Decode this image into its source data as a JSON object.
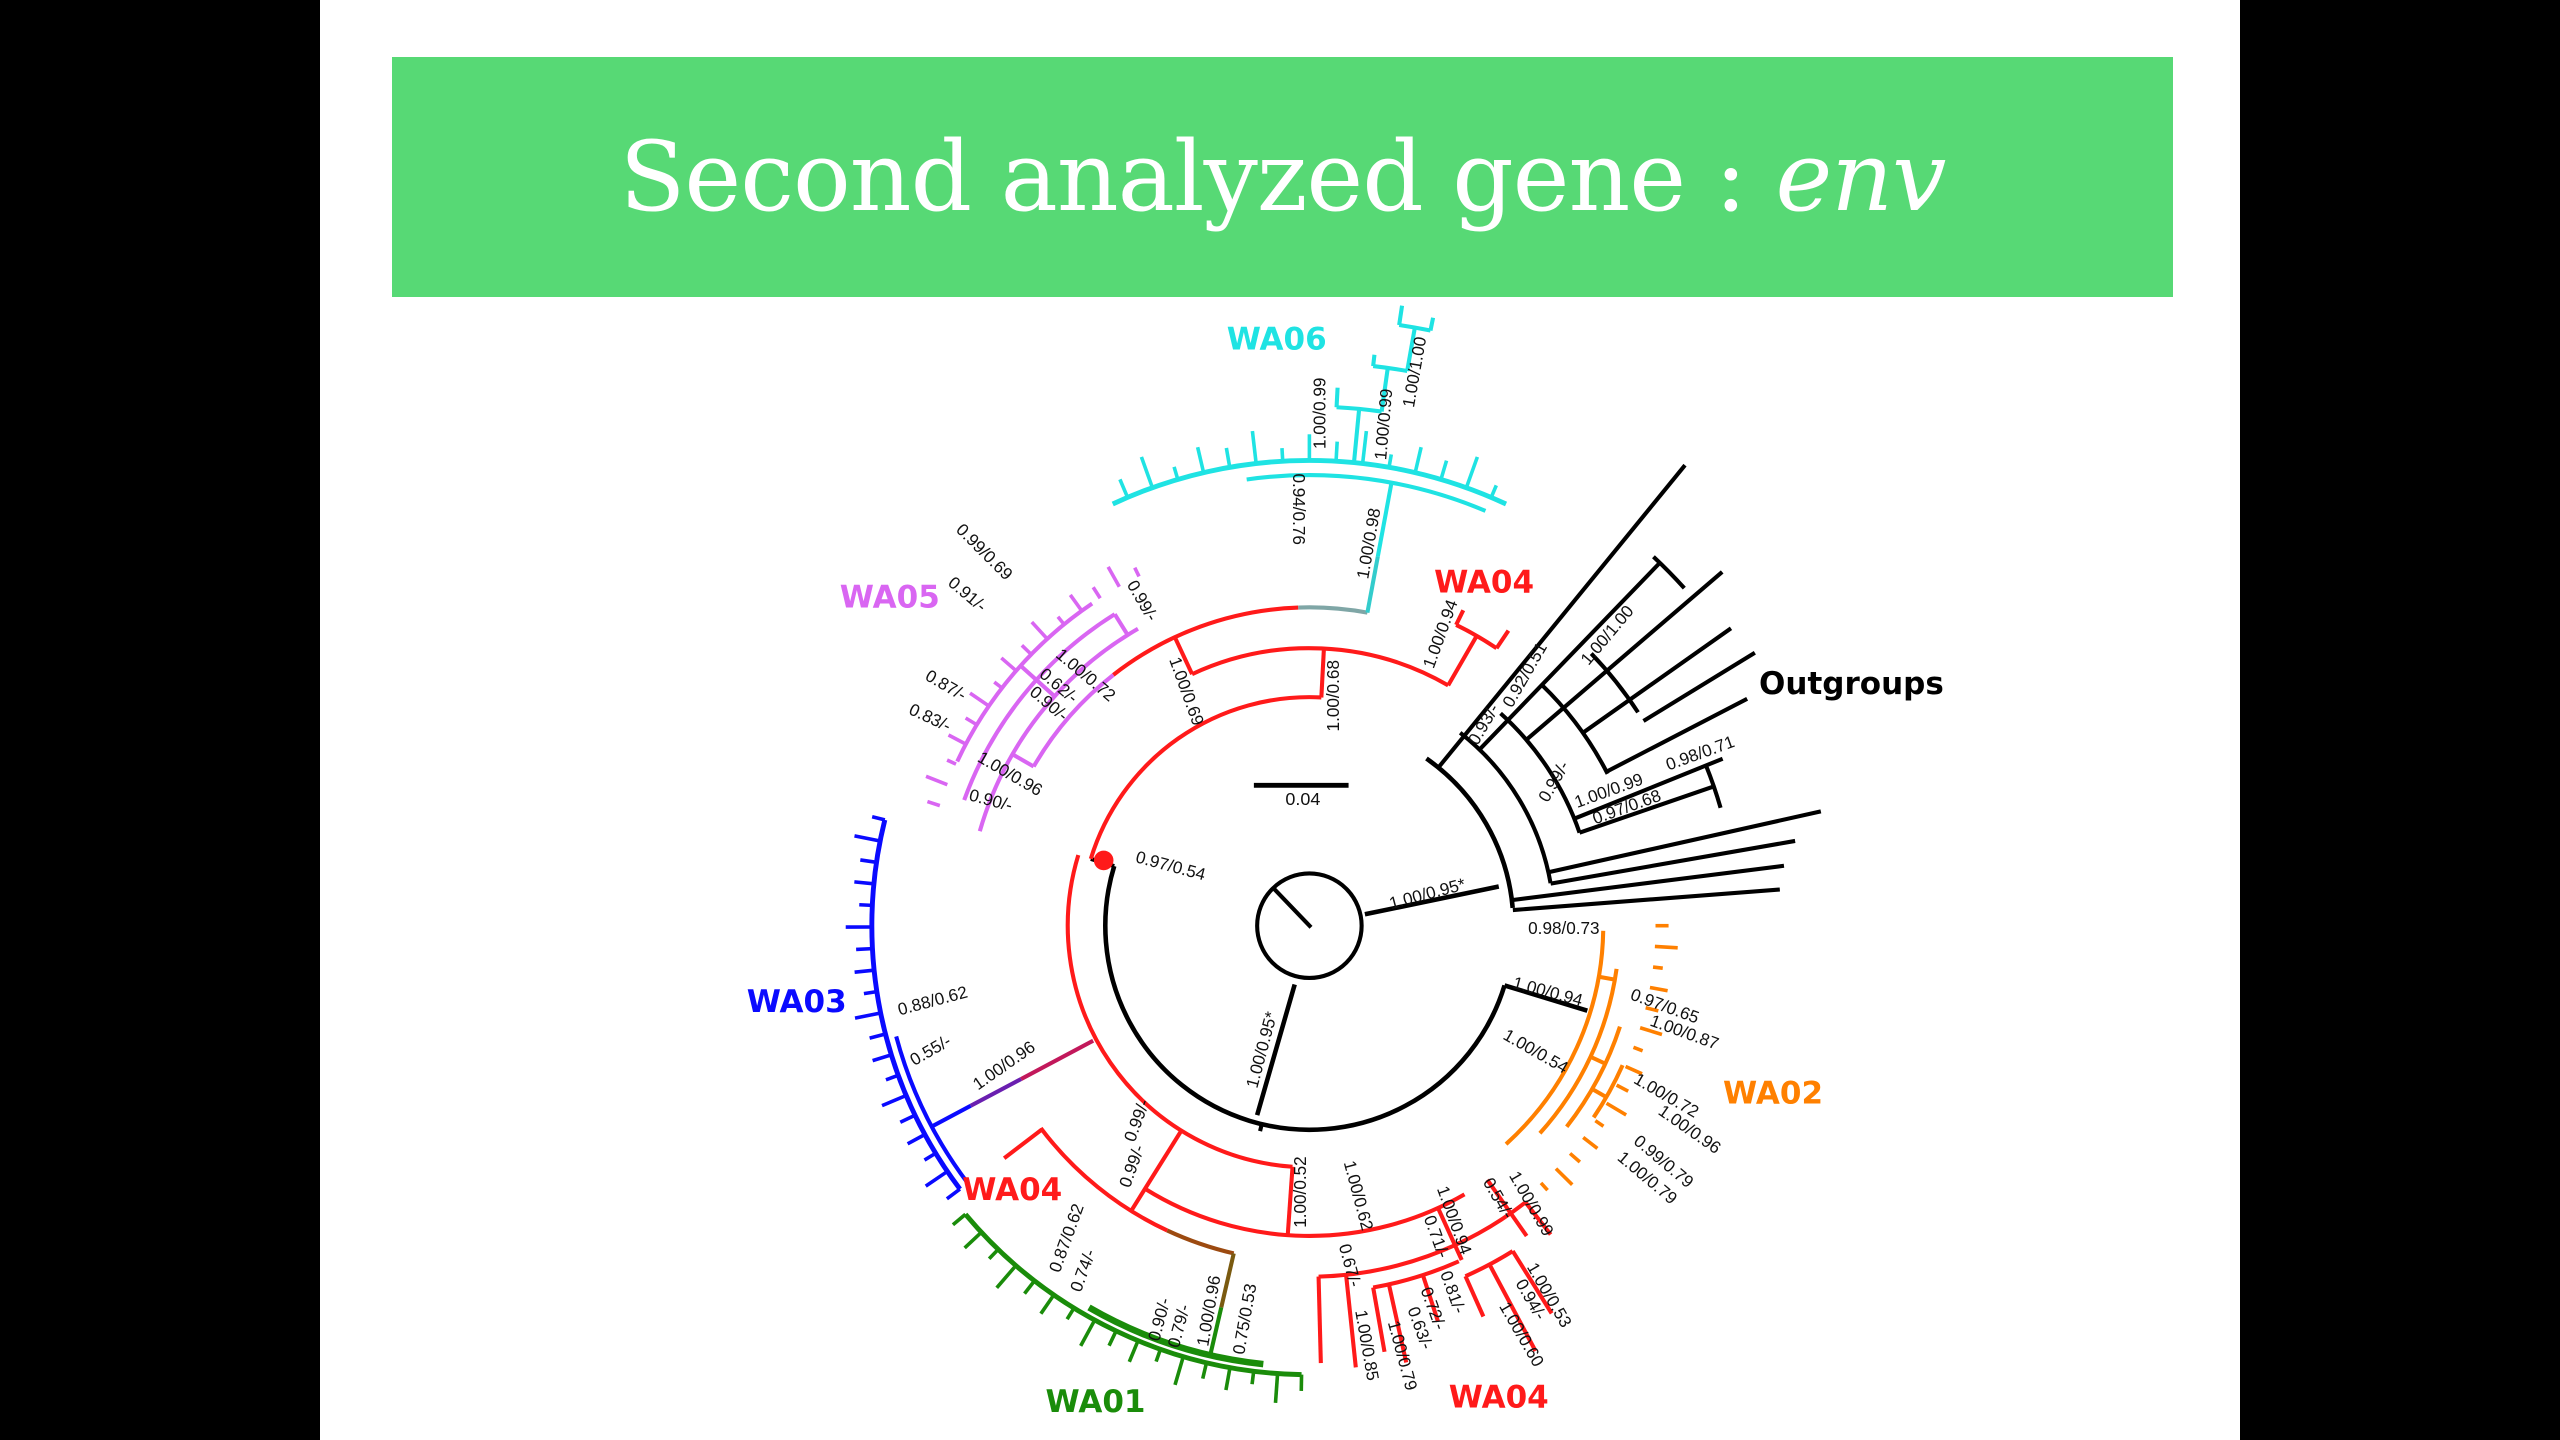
{
  "slide": {
    "title_main": "Second analyzed gene : ",
    "title_gene": "env"
  },
  "clades": {
    "wa06": "WA06",
    "wa05": "WA05",
    "wa04_top": "WA04",
    "outgroups": "Outgroups",
    "wa03": "WA03",
    "wa02": "WA02",
    "wa04_left": "WA04",
    "wa01": "WA01",
    "wa04_bottom": "WA04"
  },
  "scale_bar": "0.04",
  "colors": {
    "banner": "#57d975",
    "wa06": "#1fe3e3",
    "wa05": "#d966f2",
    "wa04": "#ff1a1a",
    "wa03": "#0a0aff",
    "wa02": "#ff8000",
    "wa01": "#1a8c0a",
    "outgroups": "#000000"
  },
  "supports": [
    "1.00/0.99",
    "1.00/0.99",
    "1.00/1.00",
    "0.94/0.76",
    "1.00/0.98",
    "0.99/0.69",
    "0.91/-",
    "0.99/-",
    "1.00/0.72",
    "0.62/-",
    "0.90/-",
    "0.87/-",
    "0.83/-",
    "1.00/0.96",
    "0.90/-",
    "1.00/0.69",
    "1.00/0.68",
    "1.00/0.94",
    "0.97/0.54",
    "1.00/1.00",
    "0.92/0.51",
    "0.93/-",
    "0.99/-",
    "1.00/0.99",
    "0.97/0.68",
    "0.98/0.71",
    "1.00/0.95*",
    "0.98/0.73",
    "1.00/0.94",
    "0.97/0.65",
    "1.00/0.87",
    "1.00/0.54",
    "1.00/0.72",
    "1.00/0.96",
    "0.99/0.79",
    "1.00/0.79",
    "0.88/0.62",
    "0.55/-",
    "1.00/0.96",
    "1.00/0.95*",
    "0.99/-",
    "0.99/-",
    "1.00/0.52",
    "1.00/0.62",
    "0.67/-",
    "1.00/0.94",
    "0.71/-",
    "0.54/-",
    "1.00/0.99",
    "1.00/0.53",
    "0.94/-",
    "1.00/0.60",
    "0.81/-",
    "0.72/-",
    "0.63/-",
    "1.00/0.79",
    "1.00/0.85",
    "0.87/0.62",
    "0.74/-",
    "0.90/-",
    "0.79/-",
    "1.00/0.96",
    "0.75/0.53"
  ]
}
